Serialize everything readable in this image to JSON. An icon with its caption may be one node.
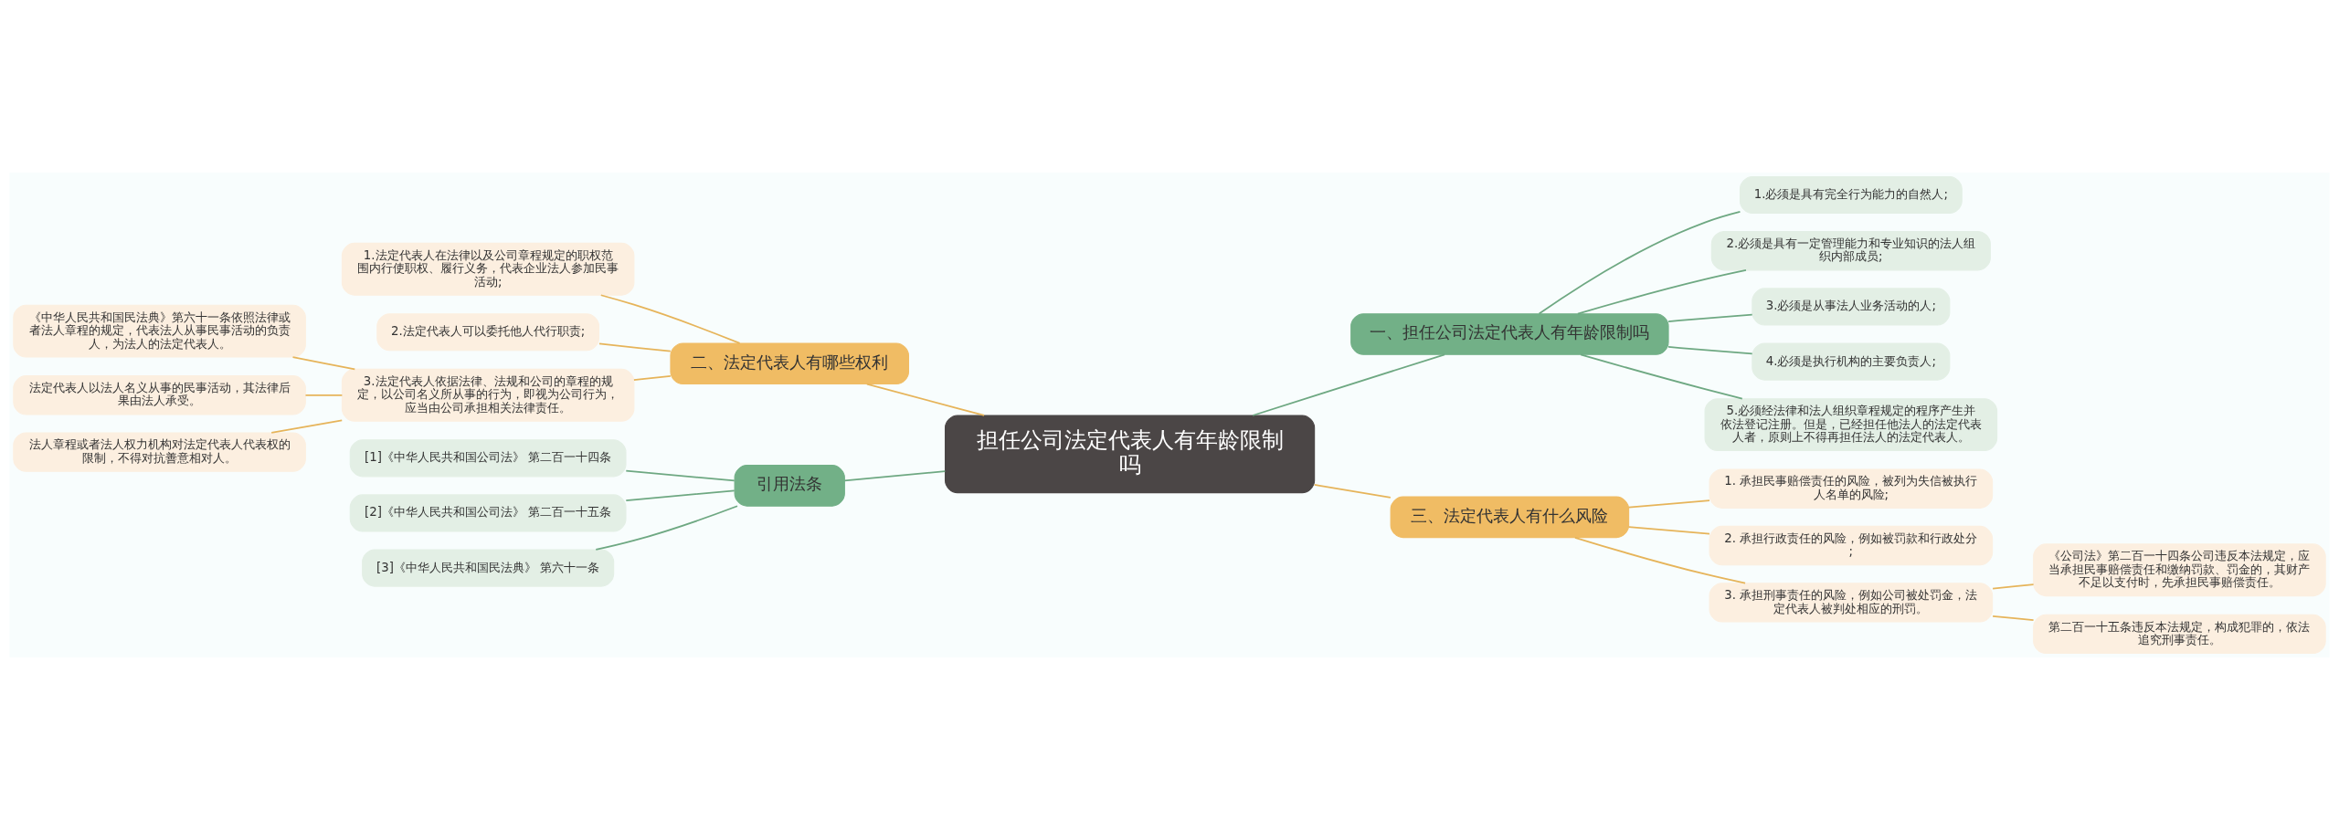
{
  "diagram": {
    "nodes": [
      {
        "text": [
          "担任公司法定代表人有年龄限制吗"
        ]
      },
      {
        "text": [
          "一、担任公司法定代表人有年龄限制吗"
        ]
      },
      {
        "text": [
          "1.必须是具有完全行为能力的自然人;"
        ]
      },
      {
        "text": [
          "2.必须是具有一定管理能力和专业知识的法人组织内部成员;"
        ]
      },
      {
        "text": [
          "3.必须是从事法人业务活动的人;"
        ]
      },
      {
        "text": [
          "4.必须是执行机构的主要负责人;"
        ]
      },
      {
        "text": [
          "5.必须经法律和法人组织章程规定的程序产生并依法登记注册。但是，已经担任他法人的法定代表人者，原则上不得再担任法人的法定代表人。"
        ]
      },
      {
        "text": [
          "二、法定代表人有哪些权利"
        ]
      },
      {
        "text": [
          "1.法定代表人在法律以及公司章程规定的职权范围内行使职权、履行义务，代表企业法人参加民事活动;"
        ]
      },
      {
        "text": [
          "2.法定代表人可以委托他人代行职责;"
        ]
      },
      {
        "text": [
          "3.法定代表人依据法律、法规和公司的章程的规定，以公司名义所从事的行为，即视为公司行为，应当由公司承担相关法律责任。"
        ]
      },
      {
        "text": [
          "《中华人民共和国民法典》第六十一条依照法律或者法人章程的规定，代表法人从事民事活动的负责人，为法人的法定代表人。"
        ]
      },
      {
        "text": [
          "法定代表人以法人名义从事的民事活动，其法律后果由法人承受。"
        ]
      },
      {
        "text": [
          "法人章程或者法人权力机构对法定代表人代表权的限制，不得对抗善意相对人。"
        ]
      },
      {
        "text": [
          "三、法定代表人有什么风险"
        ]
      },
      {
        "text": [
          "1. 承担民事赔偿责任的风险，被列为失信被执行人名单的风险;"
        ]
      },
      {
        "text": [
          "2. 承担行政责任的风险，例如被罚款和行政处分;"
        ]
      },
      {
        "text": [
          "3. 承担刑事责任的风险，例如公司被处罚金，法定代表人被判处相应的刑罚。"
        ]
      },
      {
        "text": [
          "《公司法》第二百一十四条公司违反本法规定，应当承担民事赔偿责任和缴纳罚款、罚金的，其财产不足以支付时，先承担民事赔偿责任。"
        ]
      },
      {
        "text": [
          "第二百一十五条违反本法规定，构成犯罪的，依法追究刑事责任。"
        ]
      },
      {
        "text": [
          "引用法条"
        ]
      },
      {
        "text": [
          "[1]《中华人民共和国公司法》 第二百一十四条"
        ]
      },
      {
        "text": [
          "[2]《中华人民共和国公司法》 第二百一十五条"
        ]
      },
      {
        "text": [
          "[3]《中华人民共和国民法典》 第六十一条"
        ]
      }
    ],
    "edges": [
      {
        "from": 0,
        "to": 1,
        "arrow": "none",
        "color": "#6ea882"
      },
      {
        "from": 1,
        "to": 2,
        "arrow": "none",
        "color": "#6ea882"
      },
      {
        "from": 1,
        "to": 3,
        "arrow": "none",
        "color": "#6ea882"
      },
      {
        "from": 1,
        "to": 4,
        "arrow": "none",
        "color": "#6ea882"
      },
      {
        "from": 1,
        "to": 5,
        "arrow": "none",
        "color": "#6ea882"
      },
      {
        "from": 1,
        "to": 6,
        "arrow": "none",
        "color": "#6ea882"
      },
      {
        "from": 0,
        "to": 7,
        "arrow": "none"
      },
      {
        "from": 7,
        "to": 8,
        "arrow": "none"
      },
      {
        "from": 7,
        "to": 9,
        "arrow": "none"
      },
      {
        "from": 7,
        "to": 10,
        "arrow": "none"
      },
      {
        "from": 10,
        "to": 11,
        "arrow": "none"
      },
      {
        "from": 10,
        "to": 12,
        "arrow": "none"
      },
      {
        "from": 10,
        "to": 13,
        "arrow": "none"
      },
      {
        "from": 0,
        "to": 14,
        "arrow": "none"
      },
      {
        "from": 14,
        "to": 15,
        "arrow": "none"
      },
      {
        "from": 14,
        "to": 16,
        "arrow": "none"
      },
      {
        "from": 14,
        "to": 17,
        "arrow": "none"
      },
      {
        "from": 17,
        "to": 18,
        "arrow": "none"
      },
      {
        "from": 17,
        "to": 19,
        "arrow": "none"
      },
      {
        "from": 0,
        "to": 20,
        "arrow": "none",
        "color": "#6ea882"
      },
      {
        "from": 20,
        "to": 21,
        "arrow": "none",
        "color": "#6ea882"
      },
      {
        "from": 20,
        "to": 22,
        "arrow": "none",
        "color": "#6ea882"
      },
      {
        "from": 20,
        "to": 23,
        "arrow": "none",
        "color": "#6ea882"
      }
    ]
  }
}
